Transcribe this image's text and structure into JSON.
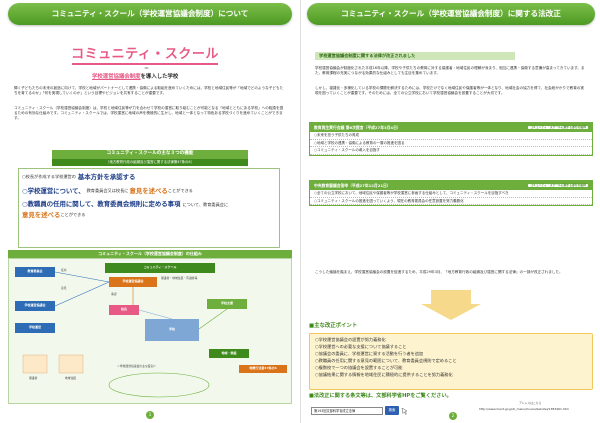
{
  "left": {
    "header": "コミュニティ・スクール（学校運営協議会制度）について",
    "big_title": "コミュニティ・スクール",
    "eq": "＝",
    "subtitle_hl": "学校運営協議会制度",
    "subtitle_rest": "を導入した学校",
    "intro": "輝く子どもたちの未来の創造に向けて、学校と地域がパートナーとして連携・協働による取組を進めていくためには、学校と地域住民等が「地域でどのような子どもたちを育てるのか」「何を実現していくのか」という目標やビジョンを共有することが重要です。",
    "intro2": "コミュニティ・スクール（学校運営協議会制度）は、学校と地域住民等が力を合わせて学校の運営に取り組むことが可能となる「地域とともにある学校」への転換を図るための有効な仕組みです。コミュニティ・スクールでは、学校運営に地域の声を積極的に生かし、地域と一体となって特色ある学校づくりを進めていくことができます。",
    "func_title": "コミュニティ・スクールの主な３つの機能",
    "func_sub": "［地方教育行政の組織及び運営に関する法律第47条の6］",
    "func1_small": "○校長が作成する学校運営の",
    "func1_big": "基本方針を承認する",
    "func2_big": "○学校運営について、",
    "func2_small": "教育委員会又は校長に",
    "func2_big2": "意見を述べる",
    "func2_tail": "ことができる",
    "func3_big": "○教職員の任用に関して、教育委員会規則に定める事項",
    "func3_small": "について、教育委員会に",
    "func3_big2": "意見を述べる",
    "func3_tail": "ことができる",
    "diagram_title": "コミュニティ・スクール（学校運営協議会制度）の仕組み",
    "d_board": "教育委員会",
    "d_cs": "コミュニティ・スクール",
    "d_council": "学校運営協議会",
    "d_school": "学校",
    "d_principal": "校長",
    "d_members": "保護者・地域住民・有識者等",
    "d_appoint": "任命",
    "d_approve": "承認",
    "d_opinion": "意見",
    "d_side1": "学校運営協議会",
    "d_side2": "学校運営",
    "d_support": "学校支援",
    "d_parents": "保護者",
    "d_community": "地域住民",
    "d_partner": "地域・家庭",
    "d_cycle": "＜学校運営協議会の主な役割＞",
    "d_note": "地教行法第47条の6",
    "page": "1"
  },
  "right": {
    "header": "コミュニティ・スクール（学校運営協議会制度）に関する法改正",
    "section_title": "学校運営協議会制度に関する法律が改正されました",
    "intro": "学校運営協議会が制度化された平成16年以降、学校や子供たちの教育に対する保護者・地域住民の理解が深まり、相互に連携・協働する意識が高まってきています。また、教育課程の充実につながる効果的な仕組みとしても注目を集めています。",
    "intro2": "しかし、複雑化・多様化している学校の課題を解決するためには、学校だけでなく地域住民や保護者等が一体となり、地域社会の協力を得て、社会総がかりで教育の実現を図っていくことが重要です。そのためには、全ての公立学校において学校運営協議会を設置することが大切です。",
    "law1_title": "教育再生実行会議 第6次提言（平成27年3月4日）",
    "law1_tag": "コミュニティ・スクールに関する部分の抜粋",
    "law1_lines": [
      "○未来を担う子供たちの育成",
      "○地域と学校の連携・協働による教育の一層の推進を図る",
      "○コミュニティ・スクールの導入を目指す"
    ],
    "law2_title": "中央教育審議会答申（平成27年12月21日）",
    "law2_tag": "コミュニティ・スクールに関する部分の抜粋",
    "law2_lines": [
      "○全ての公立学校において、地域住民や保護者等が学校運営に参画する仕組みとして、コミュニティ・スクールを目指すべき",
      "○コミュニティ・スクールの推進を図っていくよう、現在の教育委員会の任意設置を努力義務化"
    ],
    "outro": "こうした議論を踏まえ、学校運営協議会の設置を促進するため、平成29年3月、「地方教育行政の組織及び運営に関する法律」の一部が改正されました。",
    "points_title": "■主な改正ポイント",
    "points": [
      "○学校運営協議会の設置が努力義務化",
      "○学校運営への必要な支援について協議すること",
      "○協議会の委員に、学校運営に資する活動を行う者を追加",
      "○教職員の任用に関する意見の範囲について、教育委員会規則で定めること",
      "○複数校で一つの協議会を設置することが可能",
      "○協議結果に関する情報を地域住民に積極的に提供することを努力義務化"
    ],
    "website": "■法改正に関する条文等は、文部科学省HPをご覧ください。",
    "search_value": "第193回文部科学省成立法律",
    "search_button": "検索",
    "url_label": "アドレスはこちら",
    "url": "http://www.mext.go.jp/b_menu/houan/kakutei/1383461.htm",
    "page": "2"
  }
}
